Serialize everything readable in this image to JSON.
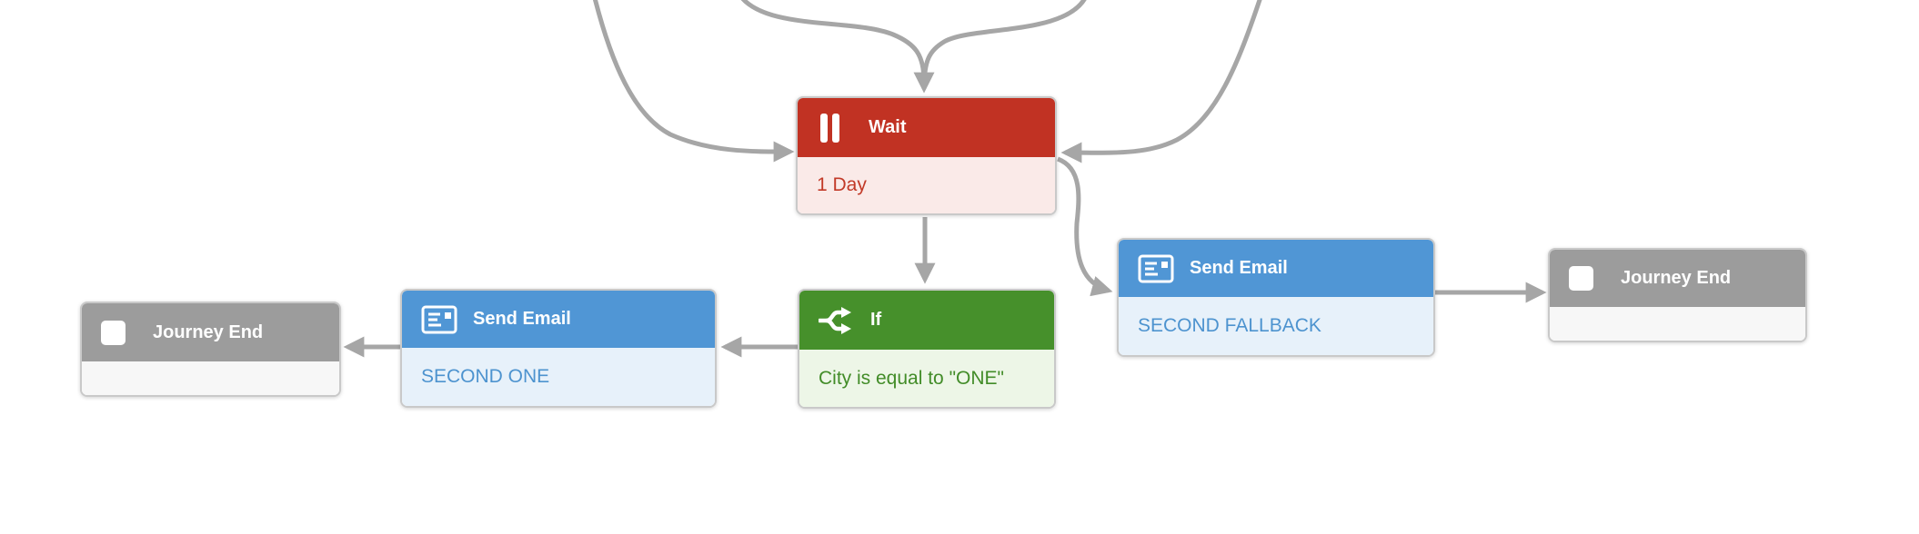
{
  "diagram": {
    "kind": "journey-flow-canvas",
    "background_color": "#ffffff",
    "connector_color": "#a6a6a6",
    "nodes": {
      "wait": {
        "title": "Wait",
        "detail": "1 Day",
        "icon": "pause-icon",
        "header_color": "#c13223",
        "body_color": "#faeae8",
        "detail_text_color": "#c23a28"
      },
      "if": {
        "title": "If",
        "detail": "City is equal to \"ONE\"",
        "icon": "branch-split-icon",
        "header_color": "#46902b",
        "body_color": "#edf6e7",
        "detail_text_color": "#428c28"
      },
      "send_email_one": {
        "title": "Send Email",
        "detail": "SECOND ONE",
        "icon": "email-icon",
        "header_color": "#5096d5",
        "body_color": "#e7f1fa",
        "detail_text_color": "#4d93cf"
      },
      "send_email_fallback": {
        "title": "Send Email",
        "detail": "SECOND FALLBACK",
        "icon": "email-icon",
        "header_color": "#5096d5",
        "body_color": "#e7f1fa",
        "detail_text_color": "#4d93cf"
      },
      "journey_end_left": {
        "title": "Journey End",
        "detail": "",
        "icon": "stop-icon",
        "header_color": "#9c9c9c",
        "body_color": "#f7f7f7"
      },
      "journey_end_right": {
        "title": "Journey End",
        "detail": "",
        "icon": "stop-icon",
        "header_color": "#9c9c9c",
        "body_color": "#f7f7f7"
      }
    },
    "edges": [
      {
        "from": "offscreen-top-left",
        "to": "wait",
        "enters": "left-side"
      },
      {
        "from": "offscreen-top-mid-left",
        "to": "wait",
        "enters": "top"
      },
      {
        "from": "offscreen-top-mid-right",
        "to": "wait",
        "enters": "top"
      },
      {
        "from": "offscreen-top-right",
        "to": "wait",
        "enters": "right-side"
      },
      {
        "from": "wait",
        "to": "if",
        "enters": "top"
      },
      {
        "from": "wait",
        "to": "send_email_fallback",
        "enters": "left-side"
      },
      {
        "from": "if",
        "to": "send_email_one",
        "enters": "right-side"
      },
      {
        "from": "send_email_one",
        "to": "journey_end_left",
        "enters": "right-side"
      },
      {
        "from": "send_email_fallback",
        "to": "journey_end_right",
        "enters": "left-side"
      }
    ]
  }
}
